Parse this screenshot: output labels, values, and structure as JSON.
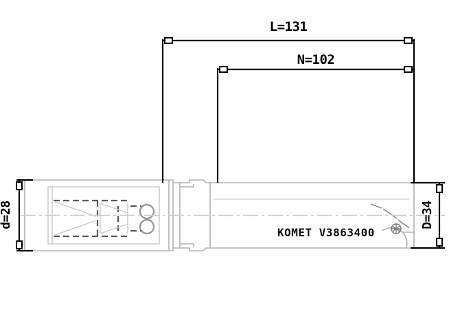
{
  "drawing": {
    "title": "KOMET indexable insert drill - dimensioned side view",
    "background_color": "#ffffff",
    "line_color_outline": "#b3b3b3",
    "line_color_dimension": "#000000",
    "line_color_hidden": "#555555",
    "line_color_center": "#cccccc"
  },
  "dimensions": {
    "overall_length": {
      "label": "L=131",
      "name": "L",
      "value": 131,
      "orientation": "horizontal",
      "position": "top"
    },
    "usable_length": {
      "label": "N=102",
      "name": "N",
      "value": 102,
      "orientation": "horizontal",
      "position": "top"
    },
    "shank_diameter": {
      "label": "d=28",
      "name": "d",
      "value": 28,
      "orientation": "vertical",
      "position": "left"
    },
    "cutting_diameter": {
      "label": "D=34",
      "name": "D",
      "value": 34,
      "orientation": "vertical",
      "position": "right"
    }
  },
  "body_marking": {
    "brand": "KOMET",
    "part_number": "V3863400",
    "full_text": "KOMET  V3863400"
  }
}
